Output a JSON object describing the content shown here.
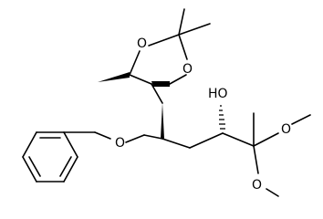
{
  "molecule": {
    "atom_labels": {
      "dioxolane_o1": "O",
      "dioxolane_o2": "O",
      "hydroxyl": "HO",
      "ether_o": "O",
      "methoxy_o1": "O",
      "methoxy_o2": "O"
    }
  }
}
